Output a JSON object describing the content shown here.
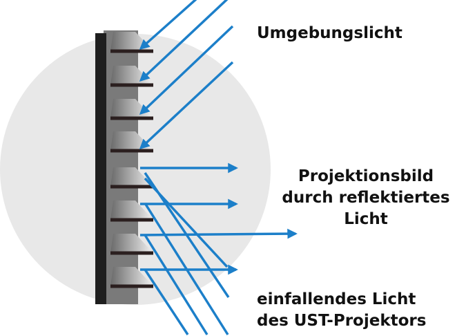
{
  "labels": {
    "ambient_light": "Umgebungslicht",
    "projection_image": [
      "Projektionsbild",
      "durch reflektiertes",
      "Licht"
    ],
    "incident_light": [
      "einfallendes Licht",
      "des UST-Projektors"
    ]
  },
  "colors": {
    "arrow": "#1c7fc9",
    "circle": "#e8e8e8",
    "screen_frame": "#1e1e1e",
    "screen_body": "#7a7a7a",
    "ridge_edge": "#2b1f1f",
    "text": "#111111"
  }
}
